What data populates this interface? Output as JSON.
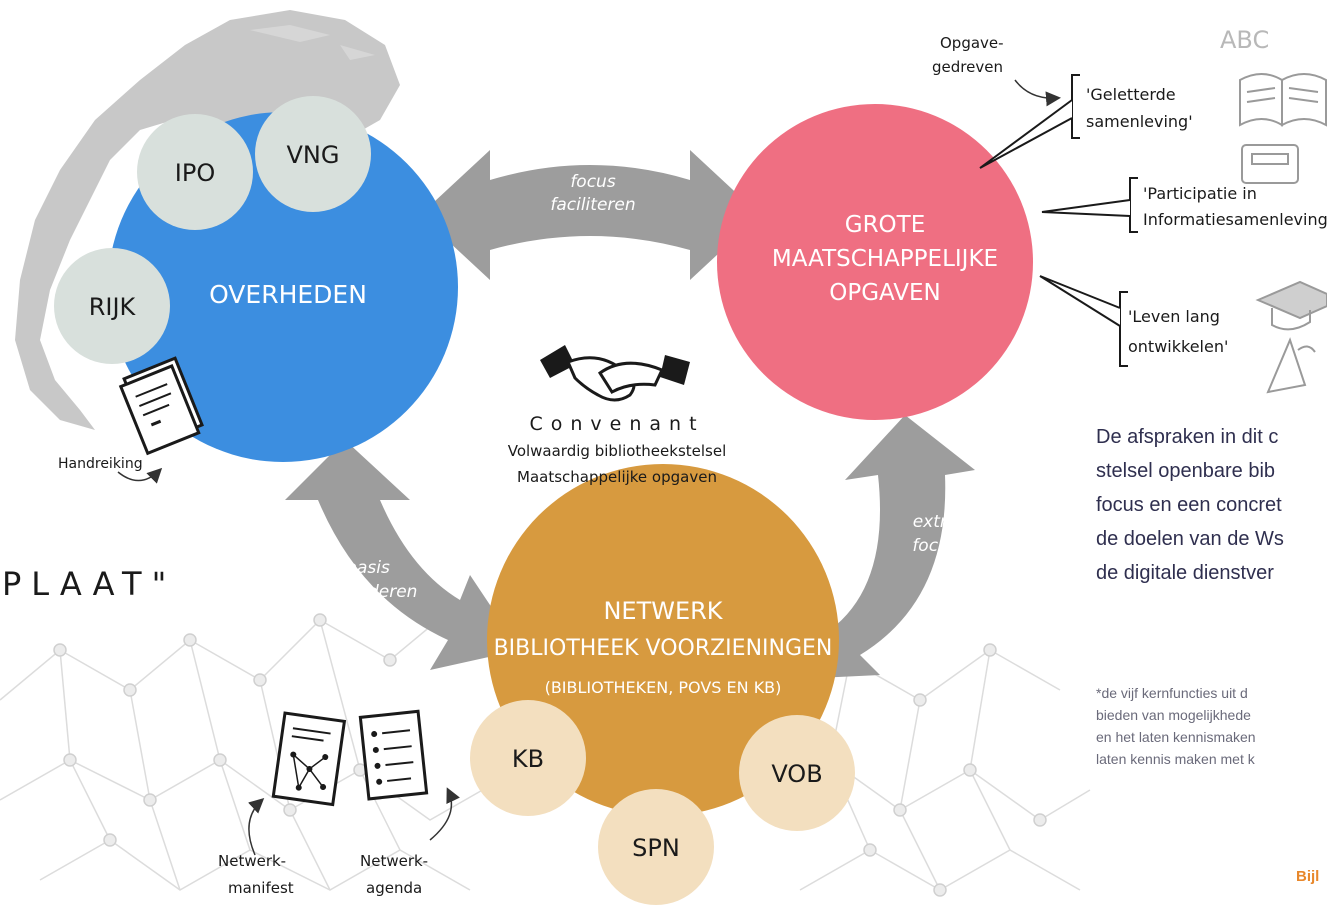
{
  "colors": {
    "overheden": "#3c8ee0",
    "opgaven": "#ef6f82",
    "netwerk": "#d79a3f",
    "small_grey": "#d8e0dc",
    "small_beige": "#f3dfbf",
    "arrow": "#9d9d9d",
    "text_dark": "#2f2f4f",
    "footnote": "#6a6a7a",
    "accent": "#e8882c"
  },
  "circles": {
    "overheden": {
      "label": "OVERHEDEN"
    },
    "opgaven": {
      "lines": [
        "GROTE",
        "MAATSCHAPPELIJKE",
        "OPGAVEN"
      ]
    },
    "netwerk": {
      "lines": [
        "NETWERK",
        "BIBLIOTHEEK VOORZIENINGEN",
        "(BIBLIOTHEKEN, POVS EN KB)"
      ]
    },
    "ipo": "IPO",
    "vng": "VNG",
    "rijk": "RIJK",
    "kb": "KB",
    "spn": "SPN",
    "vob": "VOB"
  },
  "arrows": {
    "top": [
      "focus",
      "faciliteren"
    ],
    "left": [
      "basis",
      "garanderen"
    ],
    "right": [
      "extra",
      "focus"
    ]
  },
  "center": {
    "title": "Convenant",
    "line1": "Volwaardig bibliotheekstelsel",
    "line2": "Maatschappelijke opgaven"
  },
  "annotations": {
    "opgave_gedreven": [
      "Opgave-",
      "gedreven"
    ],
    "items": [
      [
        "'Geletterde",
        "samenleving'"
      ],
      [
        "'Participatie in",
        "Informatiesamenleving'"
      ],
      [
        "'Leven lang",
        "ontwikkelen'"
      ]
    ],
    "handreiking": "Handreiking",
    "netwerk_manifest": [
      "Netwerk-",
      "manifest"
    ],
    "netwerk_agenda": [
      "Netwerk-",
      "agenda"
    ],
    "plaat": "PLAAT\"",
    "abc": "ABC"
  },
  "paragraph": [
    "De afspraken in dit c",
    "stelsel openbare bib",
    "focus en een concret",
    "de doelen van de Ws",
    "de digitale dienstver"
  ],
  "footnote": [
    "*de vijf kernfuncties uit d",
    "bieden van mogelijkhede",
    "en het laten kennismaken",
    "laten kennis maken met k"
  ],
  "page_label": "Bijl"
}
